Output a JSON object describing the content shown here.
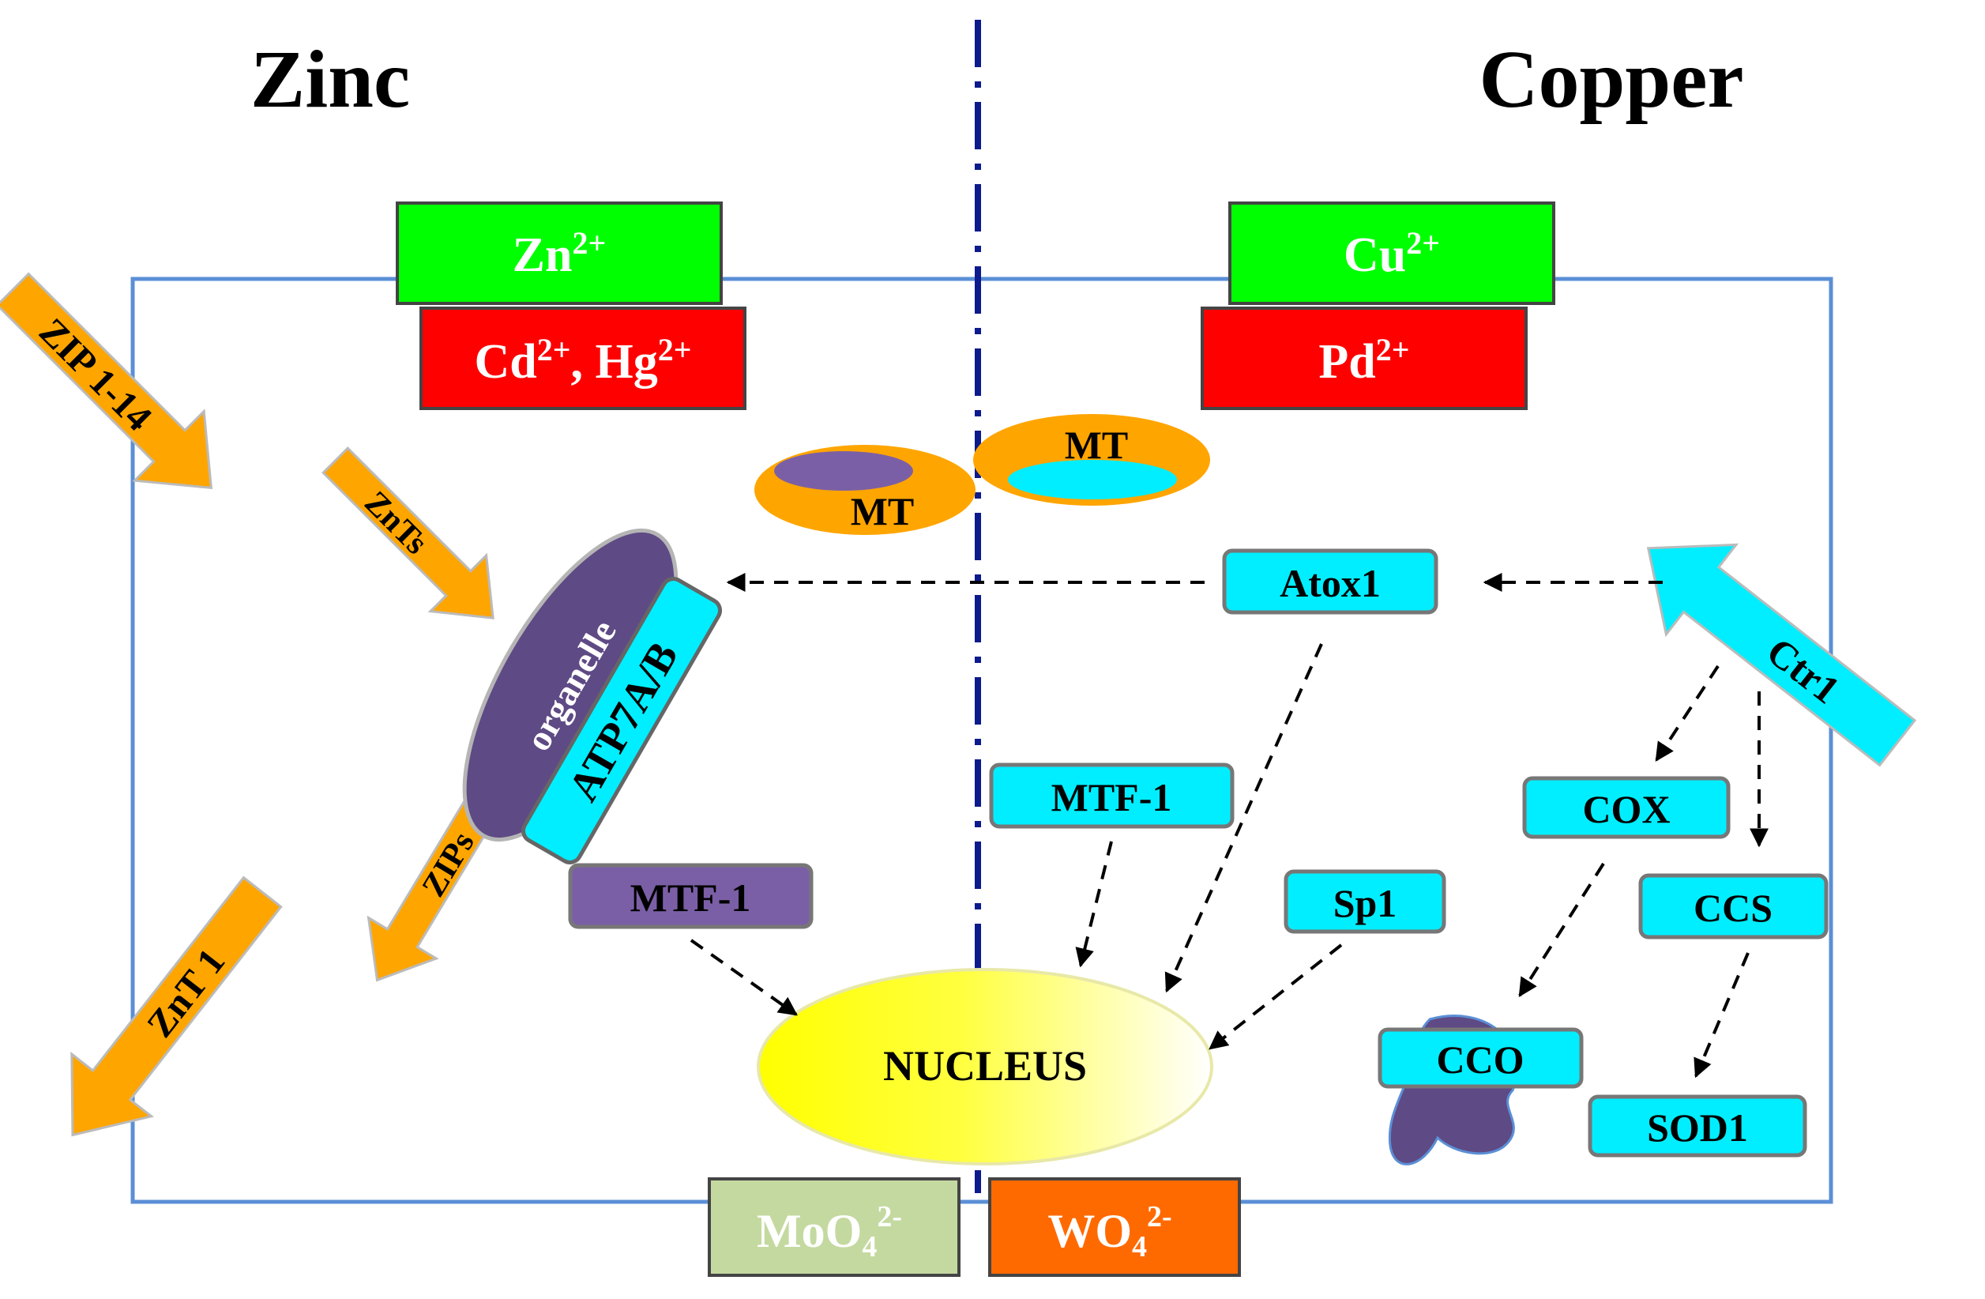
{
  "headings": {
    "left": "Zinc",
    "right": "Copper"
  },
  "boxes": {
    "zn": {
      "base": "Zn",
      "sup": "2+"
    },
    "cd_hg": {
      "p1": "Cd",
      "s1": "2+",
      "sep": ", ",
      "p2": "Hg",
      "s2": "2+"
    },
    "cu": {
      "base": "Cu",
      "sup": "2+"
    },
    "pd": {
      "base": "Pd",
      "sup": "2+"
    },
    "moo4": {
      "base": "MoO",
      "sub": "4",
      "sup": "2-"
    },
    "wo4": {
      "base": "WO",
      "sub": "4",
      "sup": "2-"
    }
  },
  "transporters": {
    "zip1_14": "ZIP 1-14",
    "znts": "ZnTs",
    "zips": "ZIPs",
    "znt1": "ZnT 1",
    "ctr1": "Ctr1"
  },
  "organelle": {
    "label": "organelle",
    "pump": "ATP7A/B"
  },
  "mt": {
    "left": "MT",
    "right": "MT"
  },
  "proteins": {
    "atox1": "Atox1",
    "mtf1_right": "MTF-1",
    "mtf1_left": "MTF-1",
    "sp1": "Sp1",
    "cox": "COX",
    "ccs": "CCS",
    "cco": "CCO",
    "sod1": "SOD1"
  },
  "nucleus": "NUCLEUS",
  "colors": {
    "cell_border": "#5b8fd6",
    "divider": "#0b1a8c",
    "green_box": "#00ff00",
    "red_box": "#ff0000",
    "orange": "#ffa500",
    "cyan": "#00eeff",
    "purple": "#5e4a85",
    "mtf_purple": "#7b5fa6",
    "moo4": "#c4d9a0",
    "wo4": "#ff6a00"
  }
}
